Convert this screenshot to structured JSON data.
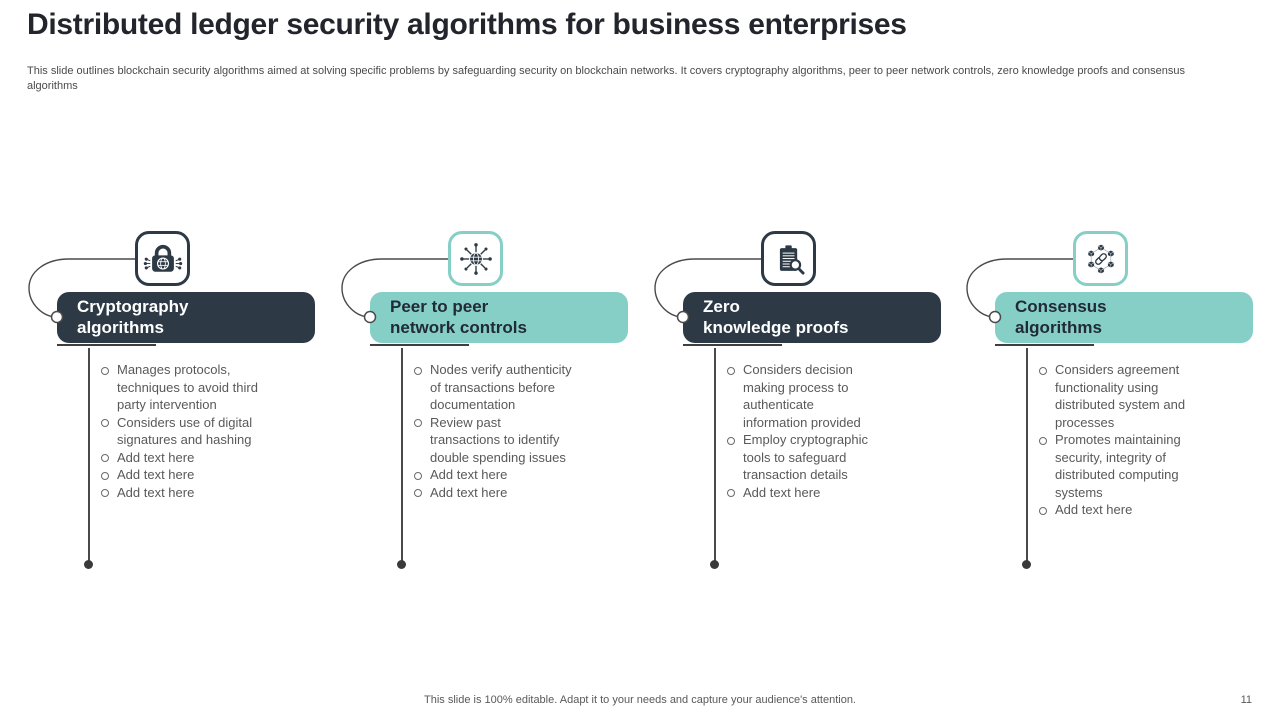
{
  "slide": {
    "title": "Distributed ledger security algorithms for business enterprises",
    "subtitle": "This slide outlines blockchain security algorithms aimed at solving specific problems by safeguarding security on blockchain networks. It covers cryptography algorithms, peer to peer network controls, zero knowledge proofs and consensus algorithms",
    "footer_note": "This slide is 100% editable. Adapt it to your needs and capture your audience's attention.",
    "page_number": "11"
  },
  "colors": {
    "navy": "#2d3a46",
    "teal": "#85cfc6",
    "bullet_text": "#595959",
    "background": "#ffffff"
  },
  "columns": [
    {
      "id": "cryptography-algorithms",
      "icon": "lock-globe-icon",
      "header_lines": [
        "Cryptography",
        "algorithms"
      ],
      "bullets": [
        "Manages protocols, techniques to avoid third party intervention",
        "Considers use of digital signatures and hashing",
        "Add text here",
        "Add text here",
        "Add text here"
      ]
    },
    {
      "id": "peer-to-peer-network-controls",
      "icon": "network-nodes-icon",
      "header_lines": [
        "Peer to peer",
        "network controls"
      ],
      "bullets": [
        "Nodes verify authenticity of transactions before documentation",
        "Review past transactions to identify double spending issues",
        "Add text here",
        "Add text here"
      ]
    },
    {
      "id": "zero-knowledge-proofs",
      "icon": "clipboard-magnifier-icon",
      "header_lines": [
        "Zero",
        "knowledge proofs"
      ],
      "bullets": [
        "Considers decision making process to authenticate information provided",
        "Employ cryptographic tools to safeguard transaction details",
        "Add text here"
      ]
    },
    {
      "id": "consensus-algorithms",
      "icon": "blockchain-link-icon",
      "header_lines": [
        "Consensus",
        "algorithms"
      ],
      "bullets": [
        "Considers agreement functionality using distributed system and processes",
        "Promotes maintaining security, integrity of distributed computing systems",
        "Add text here"
      ]
    }
  ]
}
